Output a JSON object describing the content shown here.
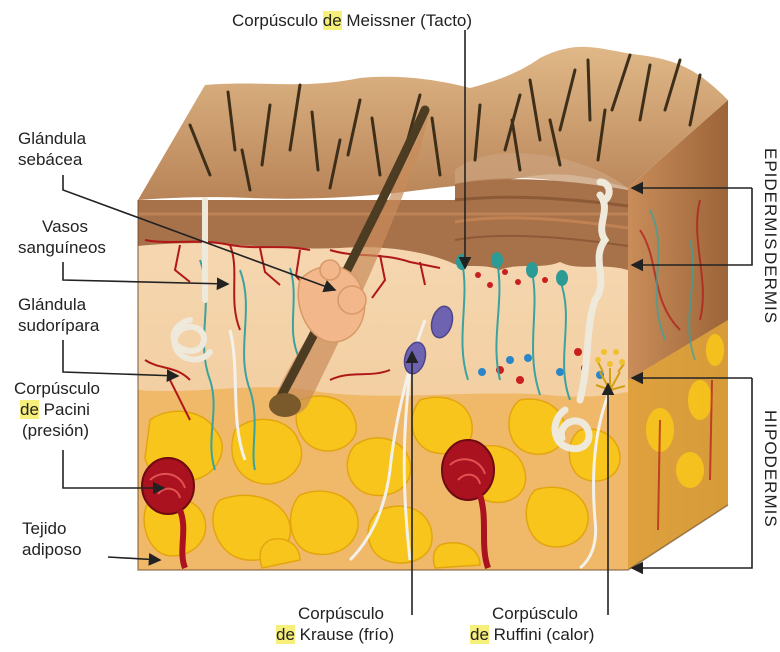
{
  "labels": {
    "meissner": {
      "name": "Corpúsculo",
      "de": "de",
      "rest": "Meissner (Tacto)"
    },
    "sebacea": {
      "line1": "Glándula",
      "line2": "sebácea"
    },
    "vasos": {
      "line1": "Vasos",
      "line2": "sanguíneos"
    },
    "sudoripara": {
      "line1": "Glándula",
      "line2": "sudorípara"
    },
    "pacini": {
      "line1": "Corpúsculo",
      "de": "de",
      "line2_rest": "Pacini",
      "line3": "(presión)"
    },
    "adiposo": {
      "line1": "Tejido",
      "line2": "adiposo"
    },
    "krause": {
      "line1": "Corpúsculo",
      "de": "de",
      "line2_rest": "Krause (frío)"
    },
    "ruffini": {
      "line1": "Corpúsculo",
      "de": "de",
      "line2_rest": "Ruffini (calor)"
    }
  },
  "layers": {
    "epidermis": "EPIDERMIS",
    "dermis": "DERMIS",
    "hipodermis": "HIPODERMIS"
  },
  "colors": {
    "skin_surface": "#c89a6a",
    "epidermis": "#a7714a",
    "dermis": "#f3cfa2",
    "fat": "#f7c51c",
    "hypodermis_base": "#f0b96a",
    "hair": "#4a3a22",
    "blood": "#b01818",
    "nerve": "#3aa3a0",
    "highlight": "#f6ef7a"
  }
}
